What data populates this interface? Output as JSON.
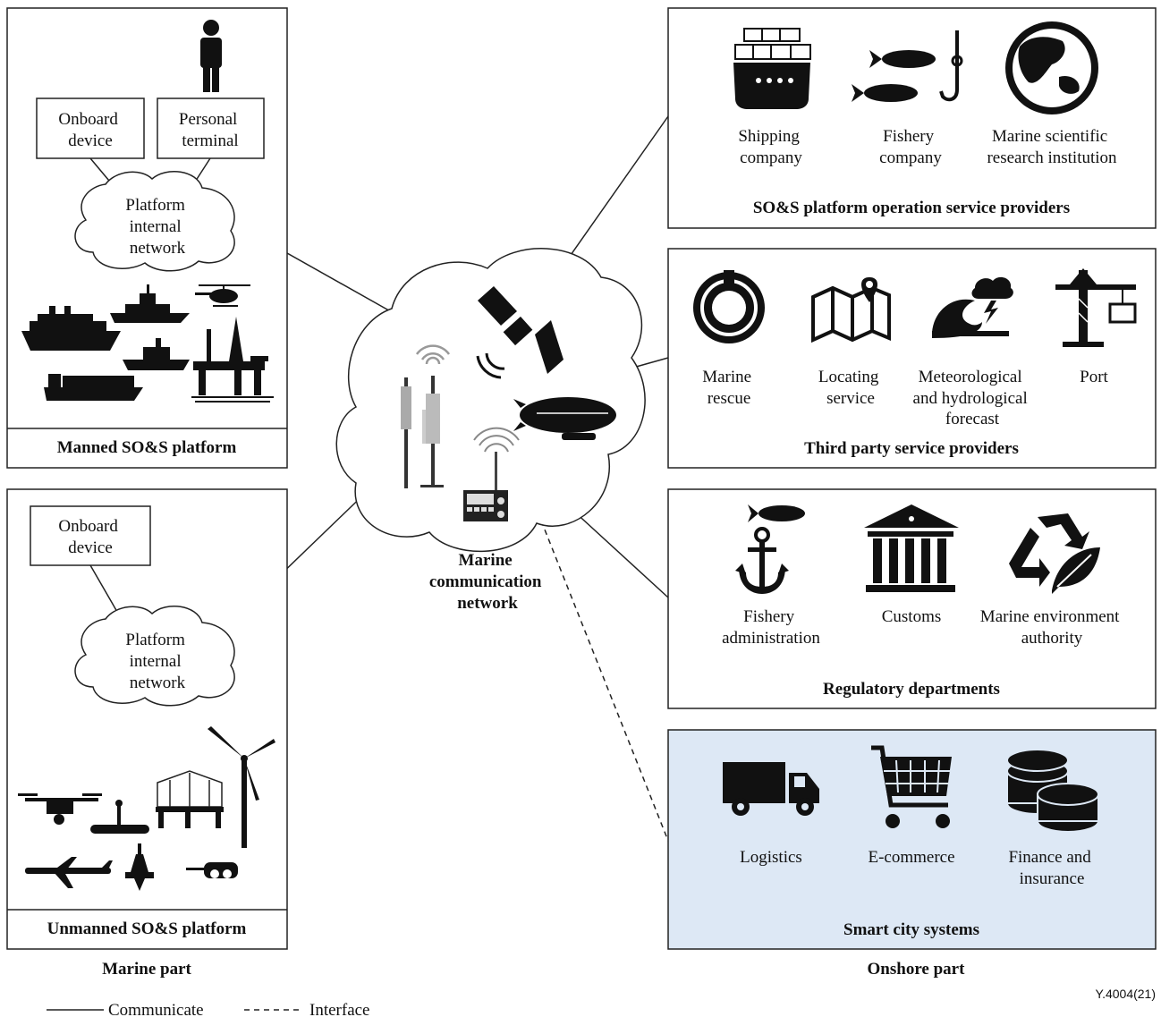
{
  "marine": {
    "part_label": "Marine part",
    "manned": {
      "title": "Manned SO&S platform",
      "onboard": [
        "Onboard",
        "device"
      ],
      "personal": [
        "Personal",
        "terminal"
      ],
      "network": [
        "Platform",
        "internal",
        "network"
      ]
    },
    "unmanned": {
      "title": "Unmanned SO&S platform",
      "onboard": [
        "Onboard",
        "device"
      ],
      "network": [
        "Platform",
        "internal",
        "network"
      ]
    }
  },
  "center": {
    "network": [
      "Marine",
      "communication",
      "network"
    ]
  },
  "onshore": {
    "part_label": "Onshore part",
    "operators": {
      "title": "SO&S platform operation service providers",
      "items": [
        {
          "lines": [
            "Shipping",
            "company"
          ],
          "icon": "ship-icon"
        },
        {
          "lines": [
            "Fishery",
            "company"
          ],
          "icon": "fish-hook-icon"
        },
        {
          "lines": [
            "Marine scientific",
            "research institution"
          ],
          "icon": "globe-icon"
        }
      ]
    },
    "third_party": {
      "title": "Third party service providers",
      "items": [
        {
          "lines": [
            "Marine",
            "rescue"
          ],
          "icon": "lifebuoy-icon"
        },
        {
          "lines": [
            "Locating",
            "service"
          ],
          "icon": "map-pin-icon"
        },
        {
          "lines": [
            "Meteorological",
            "and hydrological",
            "forecast"
          ],
          "icon": "storm-wave-icon"
        },
        {
          "lines": [
            "Port"
          ],
          "icon": "crane-icon"
        }
      ]
    },
    "regulatory": {
      "title": "Regulatory departments",
      "items": [
        {
          "lines": [
            "Fishery",
            "administration"
          ],
          "icon": "anchor-fish-icon"
        },
        {
          "lines": [
            "Customs"
          ],
          "icon": "building-icon"
        },
        {
          "lines": [
            "Marine environment",
            "authority"
          ],
          "icon": "recycle-leaf-icon"
        }
      ]
    },
    "smart_city": {
      "title": "Smart city systems",
      "background": "#dde8f5",
      "items": [
        {
          "lines": [
            "Logistics"
          ],
          "icon": "truck-icon"
        },
        {
          "lines": [
            "E-commerce"
          ],
          "icon": "cart-icon"
        },
        {
          "lines": [
            "Finance and",
            "insurance"
          ],
          "icon": "coins-icon"
        }
      ]
    }
  },
  "legend": {
    "communicate": "Communicate",
    "interface": "Interface"
  },
  "figure_id": "Y.4004(21)"
}
